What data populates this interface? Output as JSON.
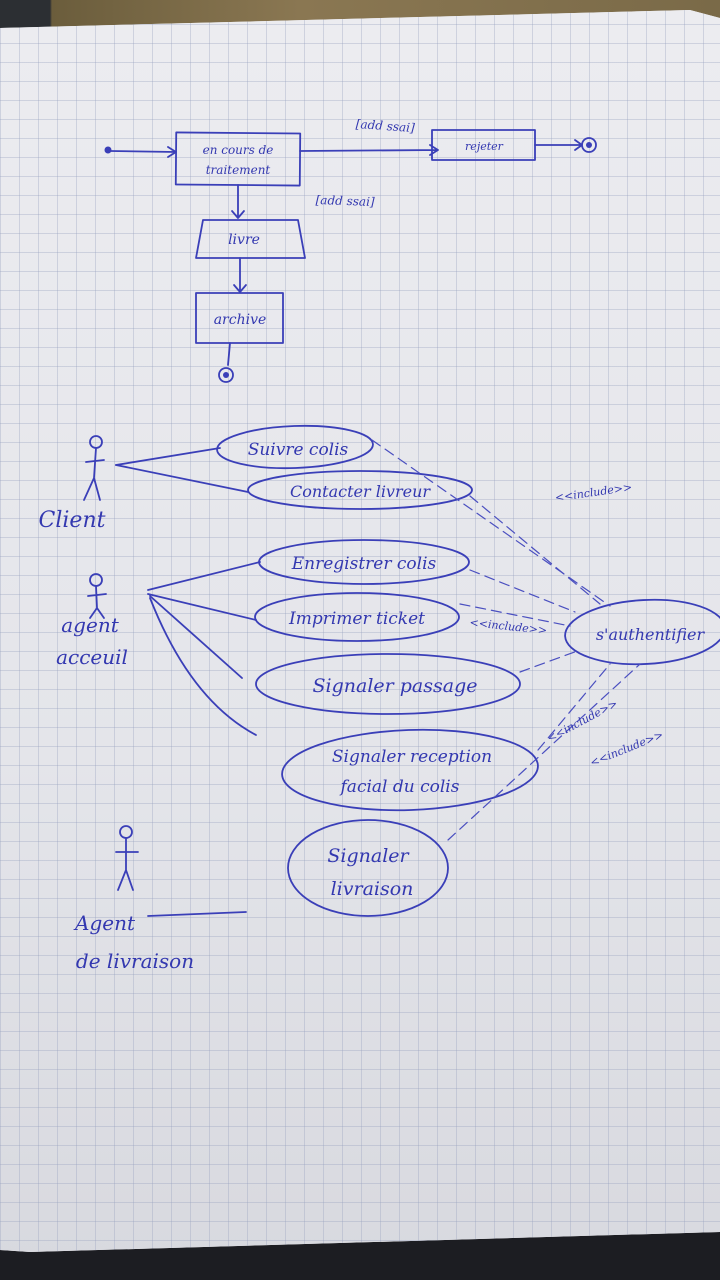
{
  "activity_diagram": {
    "nodes": {
      "en_cours": {
        "line1": "en cours de",
        "line2": "traitement"
      },
      "rejete": "rejeter",
      "livre": "livre",
      "archive": "archive"
    },
    "guards": {
      "non_livre": "[add ssai]",
      "livre": "[add ssai]"
    }
  },
  "use_case_diagram": {
    "actors": {
      "client": "Client",
      "agent_accueil": {
        "line1": "agent",
        "line2": "acceuil"
      },
      "agent_livraison": {
        "line1": "Agent",
        "line2": "de livraison"
      }
    },
    "use_cases": {
      "suivre_colis": "Suivre colis",
      "contacter_livreur": "Contacter livreur",
      "enregistrer_colis": "Enregistrer colis",
      "imprimer_ticket": "Imprimer ticket",
      "signaler_passage": "Signaler passage",
      "signaler_reception": {
        "line1": "Signaler reception",
        "line2": "facial du colis"
      },
      "signaler_livraison": {
        "line1": "Signaler",
        "line2": "livraison"
      },
      "authentifier": "s'authentifier"
    },
    "stereotypes": {
      "s1": "<<include>>",
      "s2": "<<include>>",
      "s3": "<<include>>",
      "s4": "<<include>>"
    }
  }
}
